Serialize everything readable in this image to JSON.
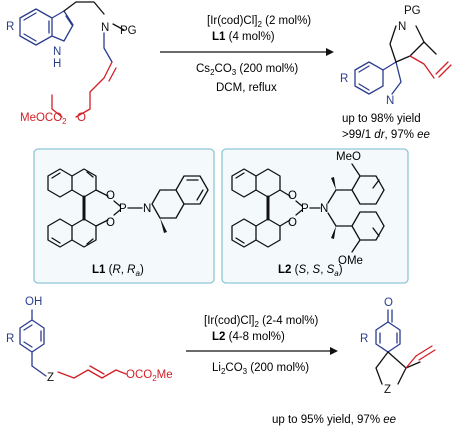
{
  "reaction1": {
    "reactant_labels": {
      "ring_r": "R",
      "nh": "H",
      "n_ind": "N",
      "n_chain": "N",
      "pg": "PG",
      "ester": "MeO",
      "ester_tail": "CO",
      "ester_sub": "2",
      "o": "O"
    },
    "conditions_above": [
      "[Ir(cod)Cl]",
      "2",
      " (2 mol%)"
    ],
    "ligand_line": [
      "L1",
      " (4 mol%)"
    ],
    "base_line": [
      "Cs",
      "2",
      "CO",
      "3",
      " (200 mol%)"
    ],
    "solvent_line": "DCM, reflux",
    "product_labels": {
      "pg": "PG",
      "n_top": "N",
      "r": "R",
      "n_ind": "N"
    },
    "yield_line": "up to 98% yield",
    "dr_line": [
      ">99/1 ",
      "dr",
      ", 97% ",
      "ee"
    ]
  },
  "ligands": {
    "L1": {
      "label": "L1",
      "descriptor": [
        "(",
        "R",
        ", ",
        "R",
        "a",
        ")"
      ],
      "atoms": {
        "o1": "O",
        "o2": "O",
        "p": "P",
        "n": "N"
      }
    },
    "L2": {
      "label": "L2",
      "descriptor": [
        "(",
        "S",
        ", ",
        "S",
        ", ",
        "S",
        "a",
        ")"
      ],
      "atoms": {
        "ome1": "MeO",
        "ome2": "OMe",
        "o1": "O",
        "o2": "O",
        "p": "P",
        "n": "N"
      }
    }
  },
  "reaction2": {
    "reactant_labels": {
      "oh": "OH",
      "r": "R",
      "z": "Z",
      "carbonate": "OCO",
      "carb_sub": "2",
      "carb_me": "Me"
    },
    "conditions_above": [
      "[Ir(cod)Cl]",
      "2",
      " (2-4 mol%)"
    ],
    "ligand_line": [
      "L2",
      " (4-8 mol%)"
    ],
    "base_line": [
      "Li",
      "2",
      "CO",
      "3",
      " (200 mol%)"
    ],
    "product_labels": {
      "o": "O",
      "r": "R",
      "z": "Z"
    },
    "yield_line": [
      "up to 95% yield, 97% ",
      "ee"
    ]
  },
  "colors": {
    "blue": "#2b3d8f",
    "red": "#d11f26",
    "black": "#111111",
    "box_border": "#8fc6d8",
    "box_fill": "#f4fafc"
  }
}
